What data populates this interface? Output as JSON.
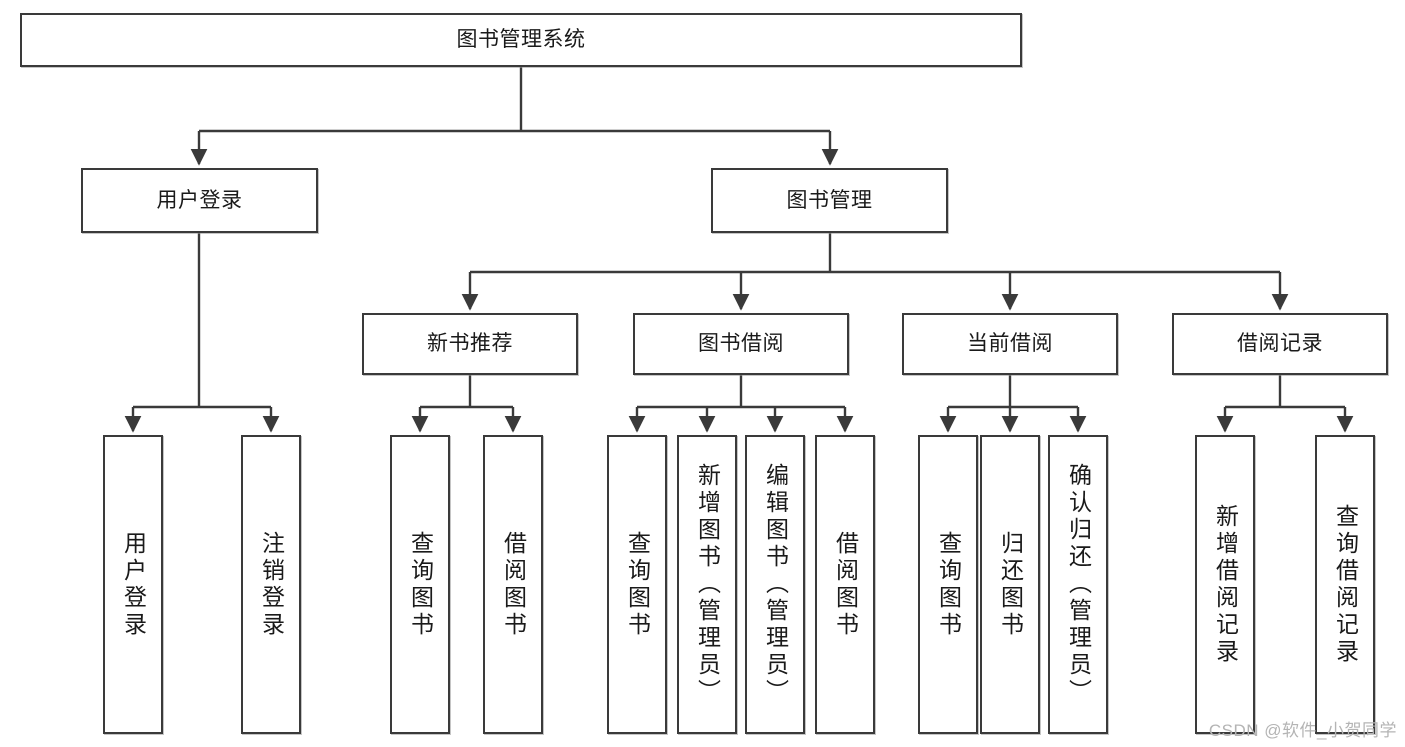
{
  "diagram": {
    "title": "图书管理系统",
    "type": "tree",
    "watermark": "CSDN @软件_小贺同学",
    "colors": {
      "box_border": "#3a3a3a",
      "box_fill": "#ffffff",
      "edge": "#3a3a3a",
      "text": "#1a1a1a",
      "watermark": "#b4b4b4"
    },
    "nodes": {
      "root": {
        "label": "图书管理系统"
      },
      "level1": [
        {
          "label": "用户登录"
        },
        {
          "label": "图书管理"
        }
      ],
      "level2": [
        {
          "label": "新书推荐"
        },
        {
          "label": "图书借阅"
        },
        {
          "label": "当前借阅"
        },
        {
          "label": "借阅记录"
        }
      ],
      "leaves": {
        "user_login": [
          {
            "label": "用户登录"
          },
          {
            "label": "注销登录"
          }
        ],
        "new_book_recommend": [
          {
            "label": "查询图书"
          },
          {
            "label": "借阅图书"
          }
        ],
        "book_borrow": [
          {
            "label": "查询图书"
          },
          {
            "label": "新增图书（管理员）"
          },
          {
            "label": "编辑图书（管理员）"
          },
          {
            "label": "借阅图书"
          }
        ],
        "current_borrow": [
          {
            "label": "查询图书"
          },
          {
            "label": "归还图书"
          },
          {
            "label": "确认归还（管理员）"
          }
        ],
        "borrow_record": [
          {
            "label": "新增借阅记录"
          },
          {
            "label": "查询借阅记录"
          }
        ]
      }
    }
  }
}
